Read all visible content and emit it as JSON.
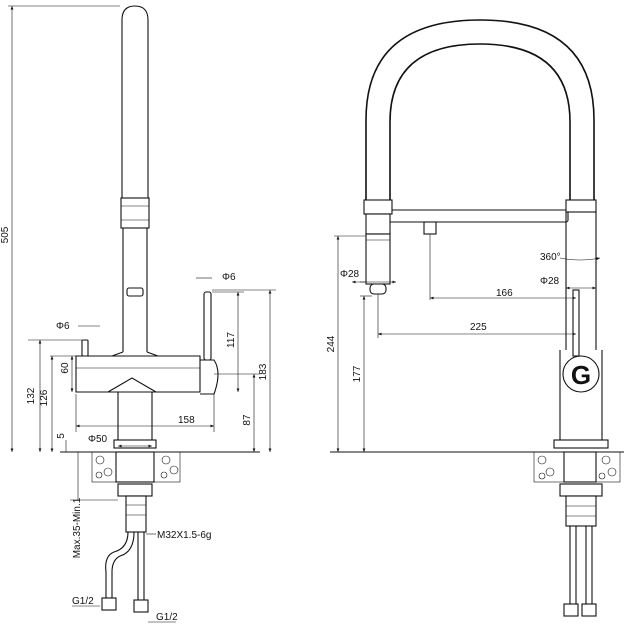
{
  "side_view": {
    "dims": {
      "total_height": "505",
      "lever_diameter": "Φ6",
      "handle_diameter": "Φ6",
      "handle_height": "117",
      "body_height": "183",
      "handle_offset": "60",
      "spout_body_height": "132",
      "body_to_base": "126",
      "base_height": "87",
      "body_width": "158",
      "flange": "5",
      "base_diameter": "Φ50"
    },
    "install": {
      "counter_thickness": "Max.35-Min.1",
      "thread": "M32X1.5-6g",
      "inlet_left": "G1/2",
      "inlet_right": "G1/2"
    }
  },
  "front_view": {
    "dims": {
      "rotation": "360°",
      "spray_diameter": "Φ28",
      "body_diameter": "Φ28",
      "reach_short": "166",
      "reach_long": "225",
      "total_height": "244",
      "spout_height": "177"
    },
    "logo_letter": "G"
  }
}
